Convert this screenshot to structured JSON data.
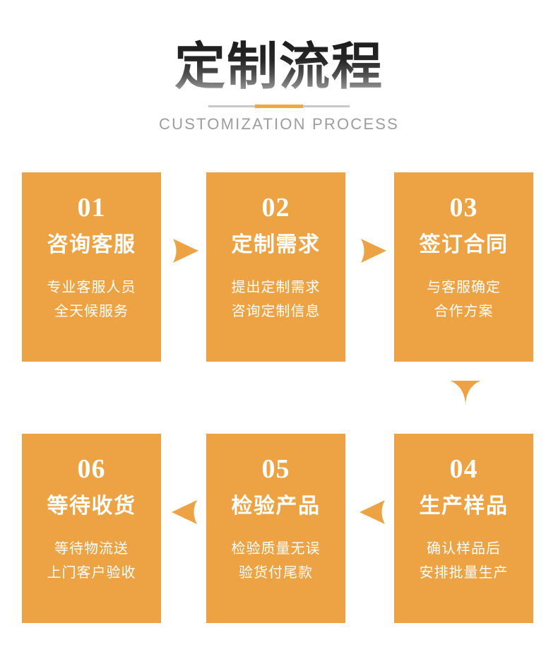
{
  "header": {
    "title": "定制流程",
    "subtitle": "CUSTOMIZATION PROCESS",
    "divider_accent_color": "#f0a73e",
    "divider_line_color": "#c8c8c8"
  },
  "theme": {
    "card_color": "#eda343",
    "arrow_color": "#eda343",
    "card_text_color": "#ffffff",
    "background": "#ffffff"
  },
  "steps": [
    {
      "number": "01",
      "name": "咨询客服",
      "desc_line1": "专业客服人员",
      "desc_line2": "全天候服务"
    },
    {
      "number": "02",
      "name": "定制需求",
      "desc_line1": "提出定制需求",
      "desc_line2": "咨询定制信息"
    },
    {
      "number": "03",
      "name": "签订合同",
      "desc_line1": "与客服确定",
      "desc_line2": "合作方案"
    },
    {
      "number": "04",
      "name": "生产样品",
      "desc_line1": "确认样品后",
      "desc_line2": "安排批量生产"
    },
    {
      "number": "05",
      "name": "检验产品",
      "desc_line1": "检验质量无误",
      "desc_line2": "验货付尾款"
    },
    {
      "number": "06",
      "name": "等待收货",
      "desc_line1": "等待物流送",
      "desc_line2": "上门客户验收"
    }
  ],
  "arrows": [
    {
      "id": "arrow-1-2",
      "direction": "right",
      "from": "01",
      "to": "02"
    },
    {
      "id": "arrow-2-3",
      "direction": "right",
      "from": "02",
      "to": "03"
    },
    {
      "id": "arrow-3-4",
      "direction": "down",
      "from": "03",
      "to": "04"
    },
    {
      "id": "arrow-4-5",
      "direction": "left",
      "from": "04",
      "to": "05"
    },
    {
      "id": "arrow-5-6",
      "direction": "left",
      "from": "05",
      "to": "06"
    }
  ]
}
